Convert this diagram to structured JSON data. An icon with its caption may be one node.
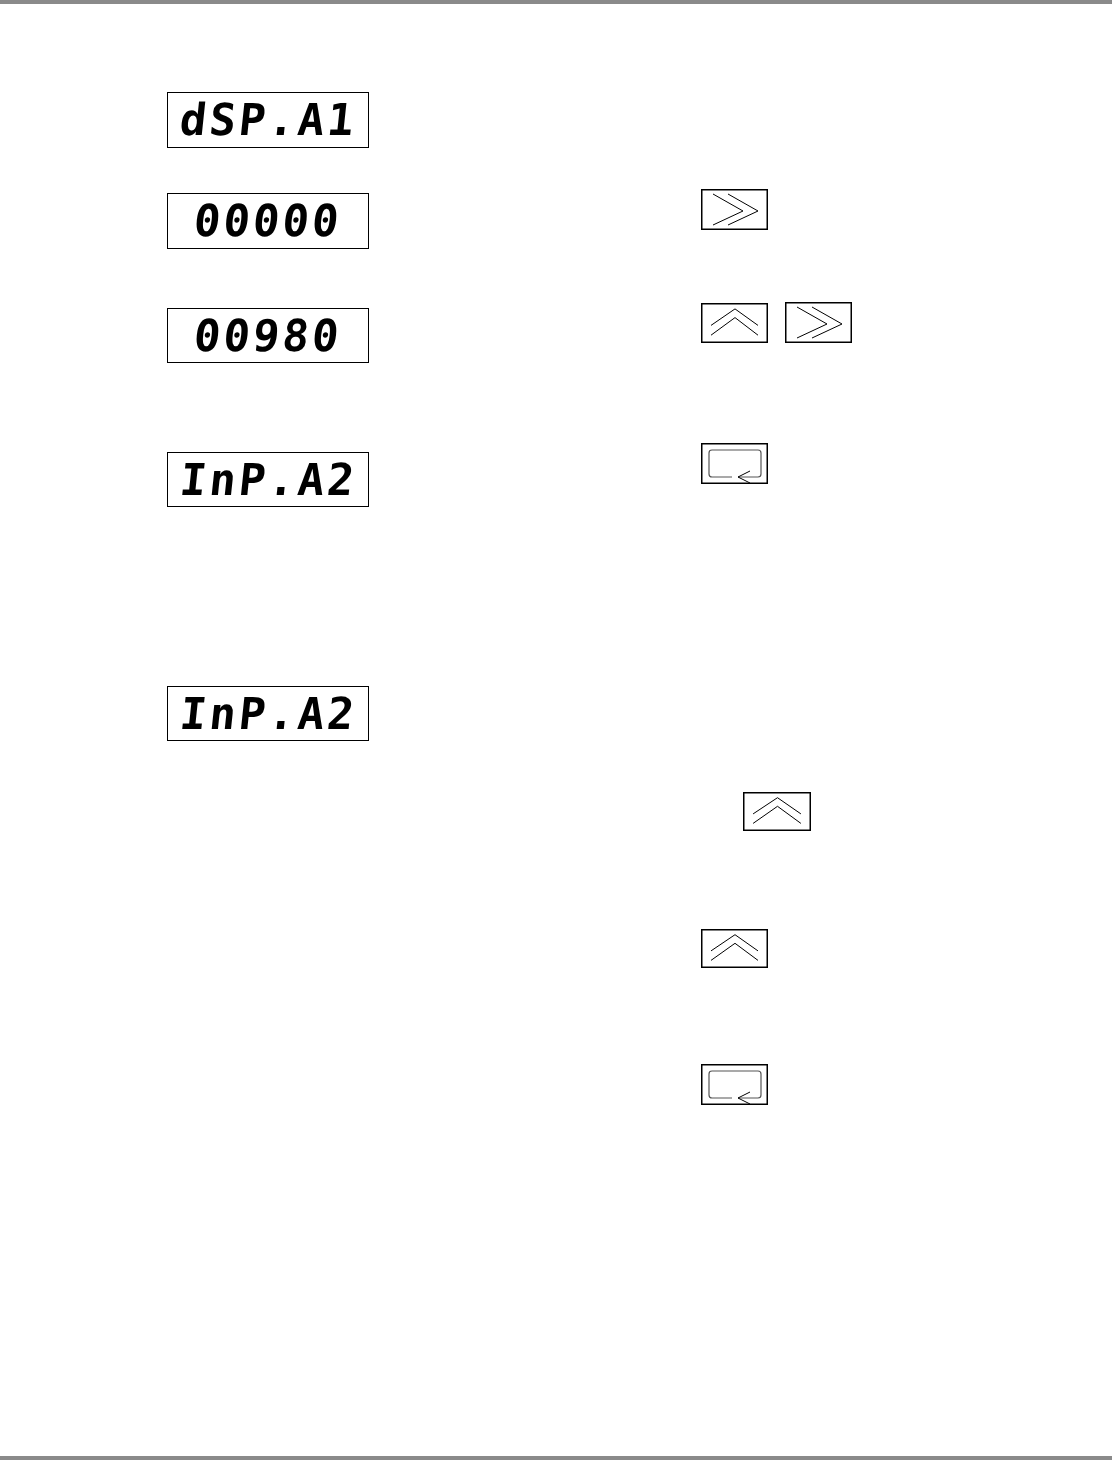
{
  "diagram": {
    "nodes": [
      {
        "text": [
          "dSP.A1"
        ]
      },
      {
        "text": [
          "00000"
        ]
      },
      {
        "text": [],
        "shape": "box"
      },
      {
        "text": [
          "00980"
        ]
      },
      {
        "text": [],
        "shape": "box"
      },
      {
        "text": [],
        "shape": "box"
      },
      {
        "text": [
          "InP.A2"
        ]
      },
      {
        "text": [],
        "shape": "box"
      },
      {
        "text": [
          "InP.A2"
        ]
      },
      {
        "text": [],
        "shape": "box"
      },
      {
        "text": [],
        "shape": "box"
      },
      {
        "text": [],
        "shape": "box"
      }
    ]
  }
}
